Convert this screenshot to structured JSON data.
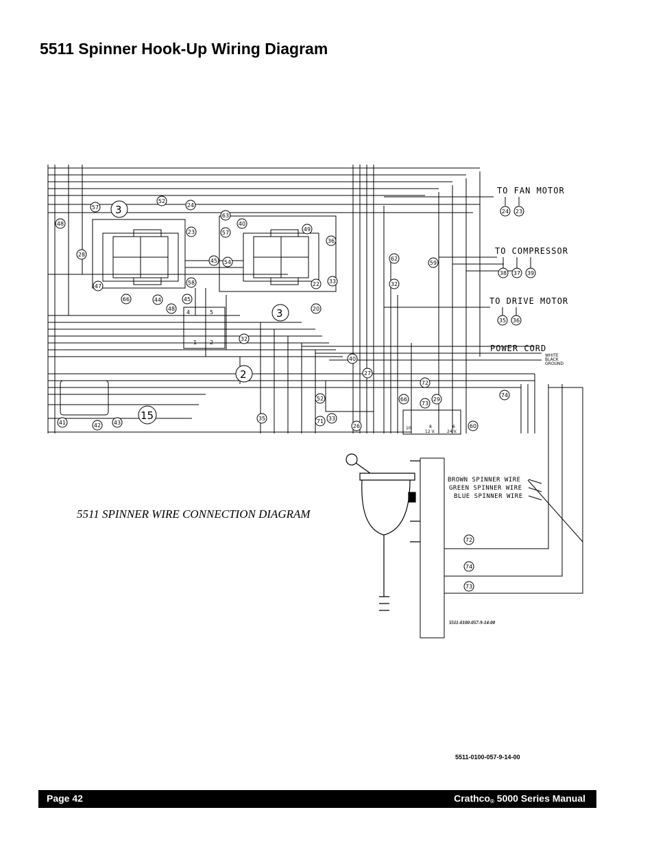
{
  "page_title": "5511 Spinner Hook-Up Wiring Diagram",
  "diagram": {
    "motor_labels": {
      "fan_motor": "TO FAN MOTOR",
      "compressor": "TO COMPRESSOR",
      "drive_motor": "TO DRIVE MOTOR",
      "power_cord": "POWER CORD"
    },
    "power_cord_wires": [
      "WHITE",
      "BLACK",
      "GROUND"
    ],
    "component_numbers": {
      "relay_a": "3",
      "relay_b": "3",
      "switch": "2",
      "timer": "15"
    },
    "wire_numbers": {
      "w57a": "57",
      "w52a": "52",
      "w24a": "24",
      "w48a": "48",
      "w23a": "23",
      "w63": "63",
      "w40a": "40",
      "w49": "49",
      "w57b": "57",
      "w36a": "36",
      "w28": "28",
      "w45a": "45",
      "w54": "54",
      "w62": "62",
      "w59": "59",
      "w47": "47",
      "w58": "58",
      "w22": "22",
      "w33a": "33",
      "w32a": "32",
      "w66a": "66",
      "w44": "44",
      "w45b": "45",
      "w48b": "48",
      "w20": "20",
      "w32b": "32",
      "w40b": "40",
      "w27": "27",
      "w72a": "72",
      "w52b": "52",
      "w66b": "66",
      "w73a": "73",
      "w29": "29",
      "w74a": "74",
      "w41": "41",
      "w42": "42",
      "w43": "43",
      "w35a": "35",
      "w71": "71",
      "w33b": "33",
      "w26": "26",
      "w60": "60",
      "fan24": "24",
      "fan23": "23",
      "comp38": "38",
      "comp37": "37",
      "comp39": "39",
      "drive35": "35",
      "drive36": "36",
      "w72b": "72",
      "w74b": "74",
      "w73b": "73"
    },
    "terminal_labels": {
      "t10": "10",
      "t8": "8",
      "t6": "6",
      "t12v": "12 V.",
      "t24v": "24 V."
    },
    "switch_terminals": {
      "s4": "4",
      "s5": "5",
      "s1": "1",
      "s2": "2"
    },
    "spinner_section_title": "5511 SPINNER WIRE CONNECTION DIAGRAM",
    "spinner_wires": [
      "BROWN SPINNER WIRE",
      "GREEN SPINNER WIRE",
      "BLUE SPINNER WIRE"
    ],
    "drawing_code": "5511-0100-057-9-14-00"
  },
  "drawing_code_bottom": "5511-0100-057-9-14-00",
  "footer": {
    "page_label": "Page 42",
    "brand": "Crathco",
    "reg_mark": "®",
    "manual_title": " 5000 Series Manual"
  }
}
